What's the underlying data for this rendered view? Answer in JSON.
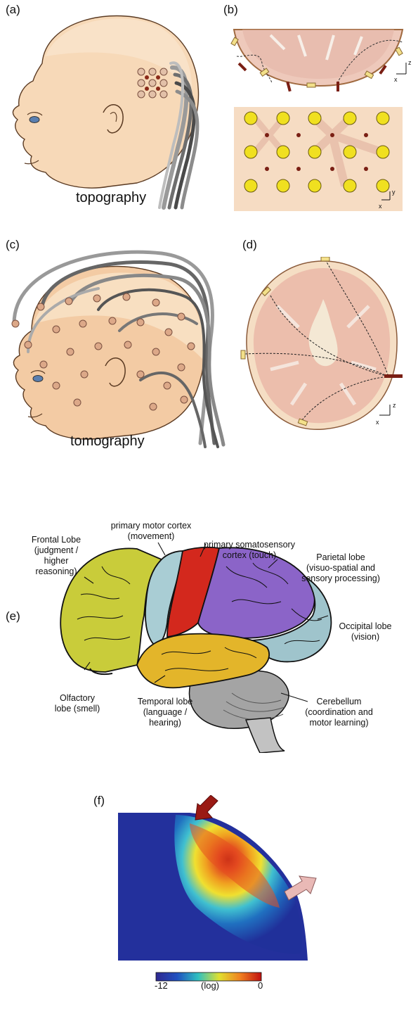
{
  "panels": {
    "a": {
      "label": "(a)",
      "caption": "topography"
    },
    "b": {
      "label": "(b)",
      "axis_z": "z",
      "axis_x": "x",
      "axis_y": "y",
      "axis_x2": "x"
    },
    "c": {
      "label": "(c)",
      "caption": "tomography"
    },
    "d": {
      "label": "(d)",
      "axis_z": "z",
      "axis_x": "x"
    },
    "e": {
      "label": "(e)",
      "regions": {
        "frontal": "Frontal Lobe\n(judgment /\nhigher\nreasoning)",
        "motor": "primary motor cortex\n(movement)",
        "somatosensory": "primary somatosensory\ncortex (touch)",
        "parietal": "Parietal lobe\n(visuo-spatial and\nsensory processing)",
        "occipital": "Occipital lobe\n(vision)",
        "olfactory": "Olfactory\nlobe (smell)",
        "temporal": "Temporal lobe\n(language /\nhearing)",
        "cerebellum": "Cerebellum\n(coordination and\nmotor learning)"
      }
    },
    "f": {
      "label": "(f)",
      "colorbar": {
        "min": "-12",
        "mid": "(log)",
        "max": "0"
      }
    }
  },
  "colors": {
    "frontal": "#c9cc3a",
    "motor": "#a9cdd4",
    "somatosensory": "#d3281d",
    "parietal": "#8b64c8",
    "occipital": "#9fc4cc",
    "temporal": "#e3b52a",
    "cerebellum": "#9c9c9c",
    "optode_source": "#f0e020",
    "optode_detector": "#7a1f14"
  }
}
